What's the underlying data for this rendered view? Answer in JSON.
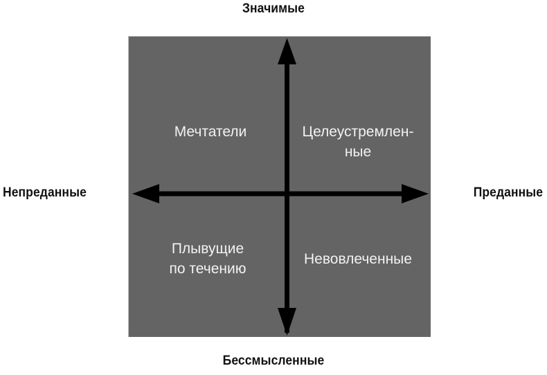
{
  "diagram": {
    "type": "2x2-quadrant-matrix",
    "panel_color": "#646464",
    "axis_color": "#000000",
    "quadrant_text_color": "#f2f2f2",
    "axis_label_color": "#111111"
  },
  "axes": {
    "top_label": "Значимые",
    "bottom_label": "Бессмысленные",
    "left_label": "Непреданные",
    "right_label": "Преданные"
  },
  "quadrants": {
    "top_left": "Мечтатели",
    "top_right": "Целеустремлен-\nные",
    "bottom_left": "Плывущие\nпо течению",
    "bottom_right": "Невовлеченные"
  }
}
